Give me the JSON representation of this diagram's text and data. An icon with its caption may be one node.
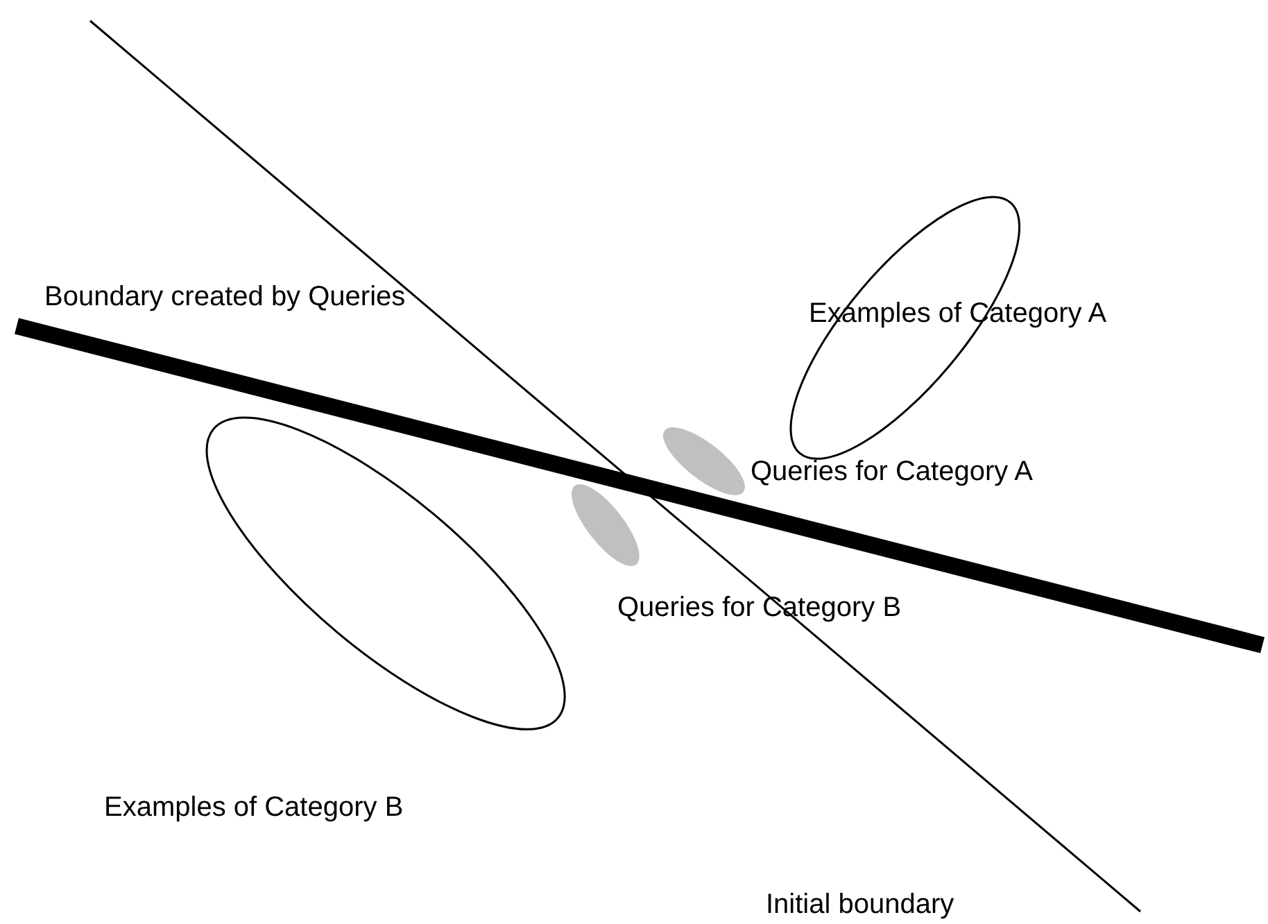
{
  "diagram": {
    "nodes": [
      {
        "text": [
          "Examples of Category A"
        ]
      },
      {
        "text": [],
        "shape": "ellipse",
        "beside": [
          "Examples of Category B"
        ]
      },
      {
        "text": [],
        "shape": "ellipse",
        "beside": [
          "Queries for Category A"
        ]
      },
      {
        "text": [],
        "shape": "ellipse",
        "beside": [
          "Queries for Category B"
        ]
      }
    ],
    "labels": [
      "Boundary created by Queries",
      "Initial boundary"
    ]
  }
}
